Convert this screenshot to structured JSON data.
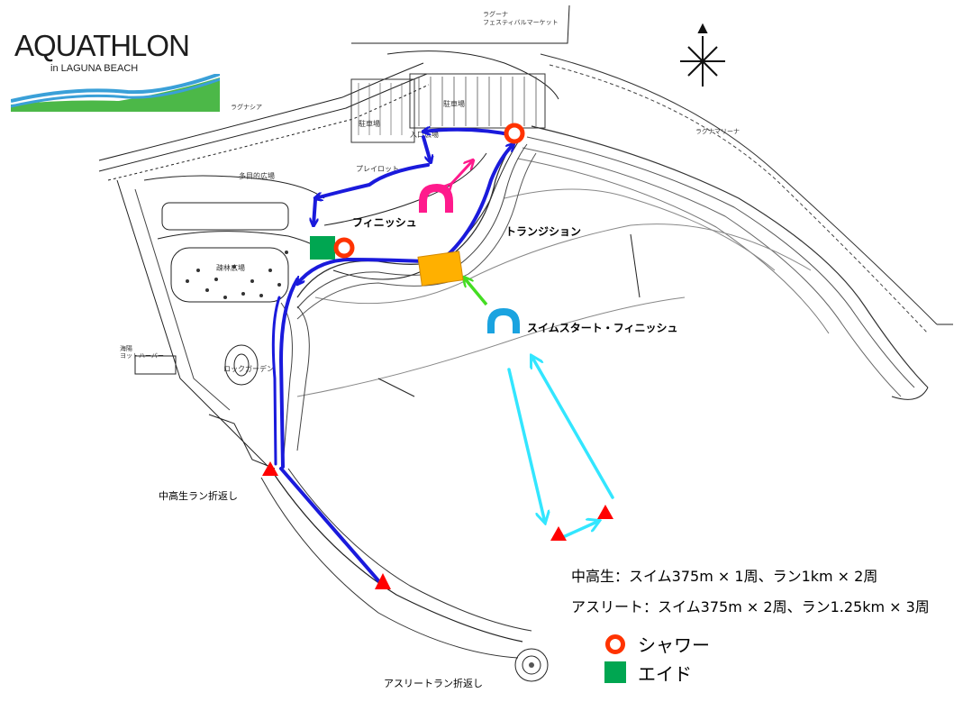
{
  "logo": {
    "title": "AQUATHLON",
    "subtitle": "in LAGUNA BEACH"
  },
  "map_labels": {
    "finish": "フィニッシュ",
    "transition": "トランジション",
    "swim_start_finish": "スイムスタート・フィニッシュ",
    "junior_turnaround": "中高生ラン折返し",
    "athlete_turnaround": "アスリートラン折返し"
  },
  "base_labels": {
    "multipurpose_plaza": "多目的広場",
    "play_lot": "プレイロット",
    "parking1": "駐車場",
    "parking2": "駐車場",
    "entrance_plaza": "入口広場",
    "forest_plaza": "疎林広場",
    "rock_garden": "ロックガーデン",
    "festival_market_1": "ラグーナ",
    "festival_market_2": "フェスティバルマーケット",
    "laguna_ocean": "ラグナシア",
    "laguna_marina": "ラグナマリーナ",
    "yacht_harbor_1": "海陽",
    "yacht_harbor_2": "ヨットハーバー"
  },
  "course_info": {
    "junior": "中高生：スイム375m × 1周、ラン1km × 2周",
    "athlete": "アスリート：スイム375m × 2周、ラン1.25km × 3周"
  },
  "legend": {
    "shower": {
      "label": "シャワー",
      "icon": "shower-ring-icon",
      "color": "#ff3300"
    },
    "aid": {
      "label": "エイド",
      "icon": "aid-square-icon",
      "color": "#00a651"
    }
  },
  "colors": {
    "run_route": "#1a1adc",
    "swim_route": "#33e6ff",
    "finish_arrow": "#ff1a8c",
    "transition_arrow": "#44dd22",
    "transition_area": "#ffb000",
    "turnaround": "#ff0000",
    "finish_arch": "#ff1a8c",
    "swim_arch": "#1aa3e0",
    "logo_green": "#4cb848",
    "logo_blue": "#3aa0d8"
  }
}
